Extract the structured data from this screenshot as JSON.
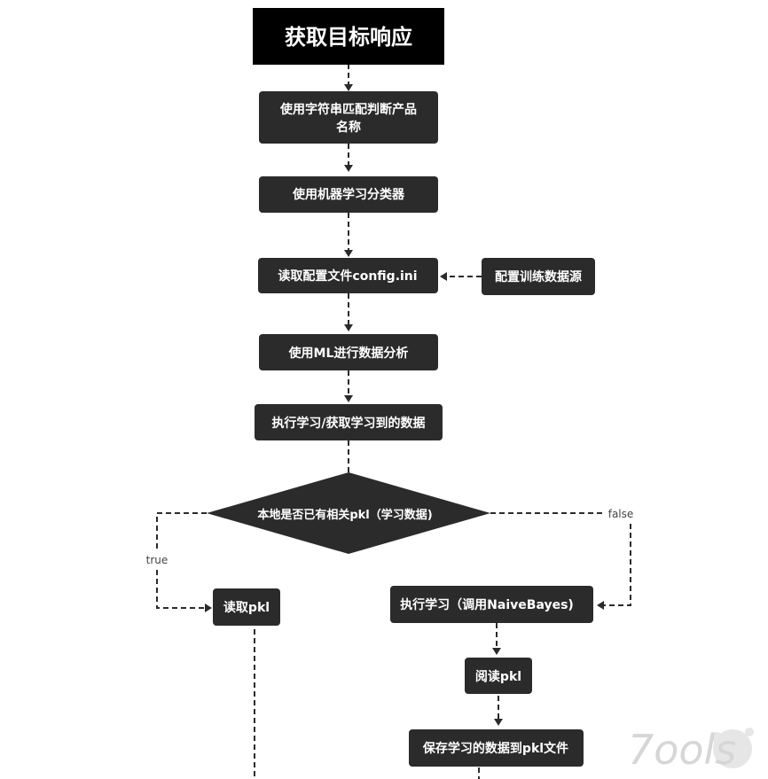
{
  "diagram": {
    "title": "获取目标响应",
    "nodes": {
      "match_name": [
        "使用字符串匹配判断产品",
        "名称"
      ],
      "ml_classifier": "使用机器学习分类器",
      "read_config": "读取配置文件config.ini",
      "config_source": "配置训练数据源",
      "ml_analysis": "使用ML进行数据分析",
      "execute_learn": "执行学习/获取学习到的数据",
      "decision": "本地是否已有相关pkl（学习数据)",
      "read_pkl": "读取pkl",
      "execute_bayes": "执行学习（调用NaiveBayes)",
      "read_pkl_2": "阅读pkl",
      "save_pkl": "保存学习的数据到pkl文件"
    },
    "edge_labels": {
      "true": "true",
      "false": "false"
    }
  },
  "watermark": "7ools",
  "colors": {
    "title_fill": "#000000",
    "node_fill": "#2b2b2b",
    "node_text": "#ffffff",
    "line": "#2b2b2b",
    "edge_label": "#444444",
    "watermark": "#d6d6d6"
  }
}
